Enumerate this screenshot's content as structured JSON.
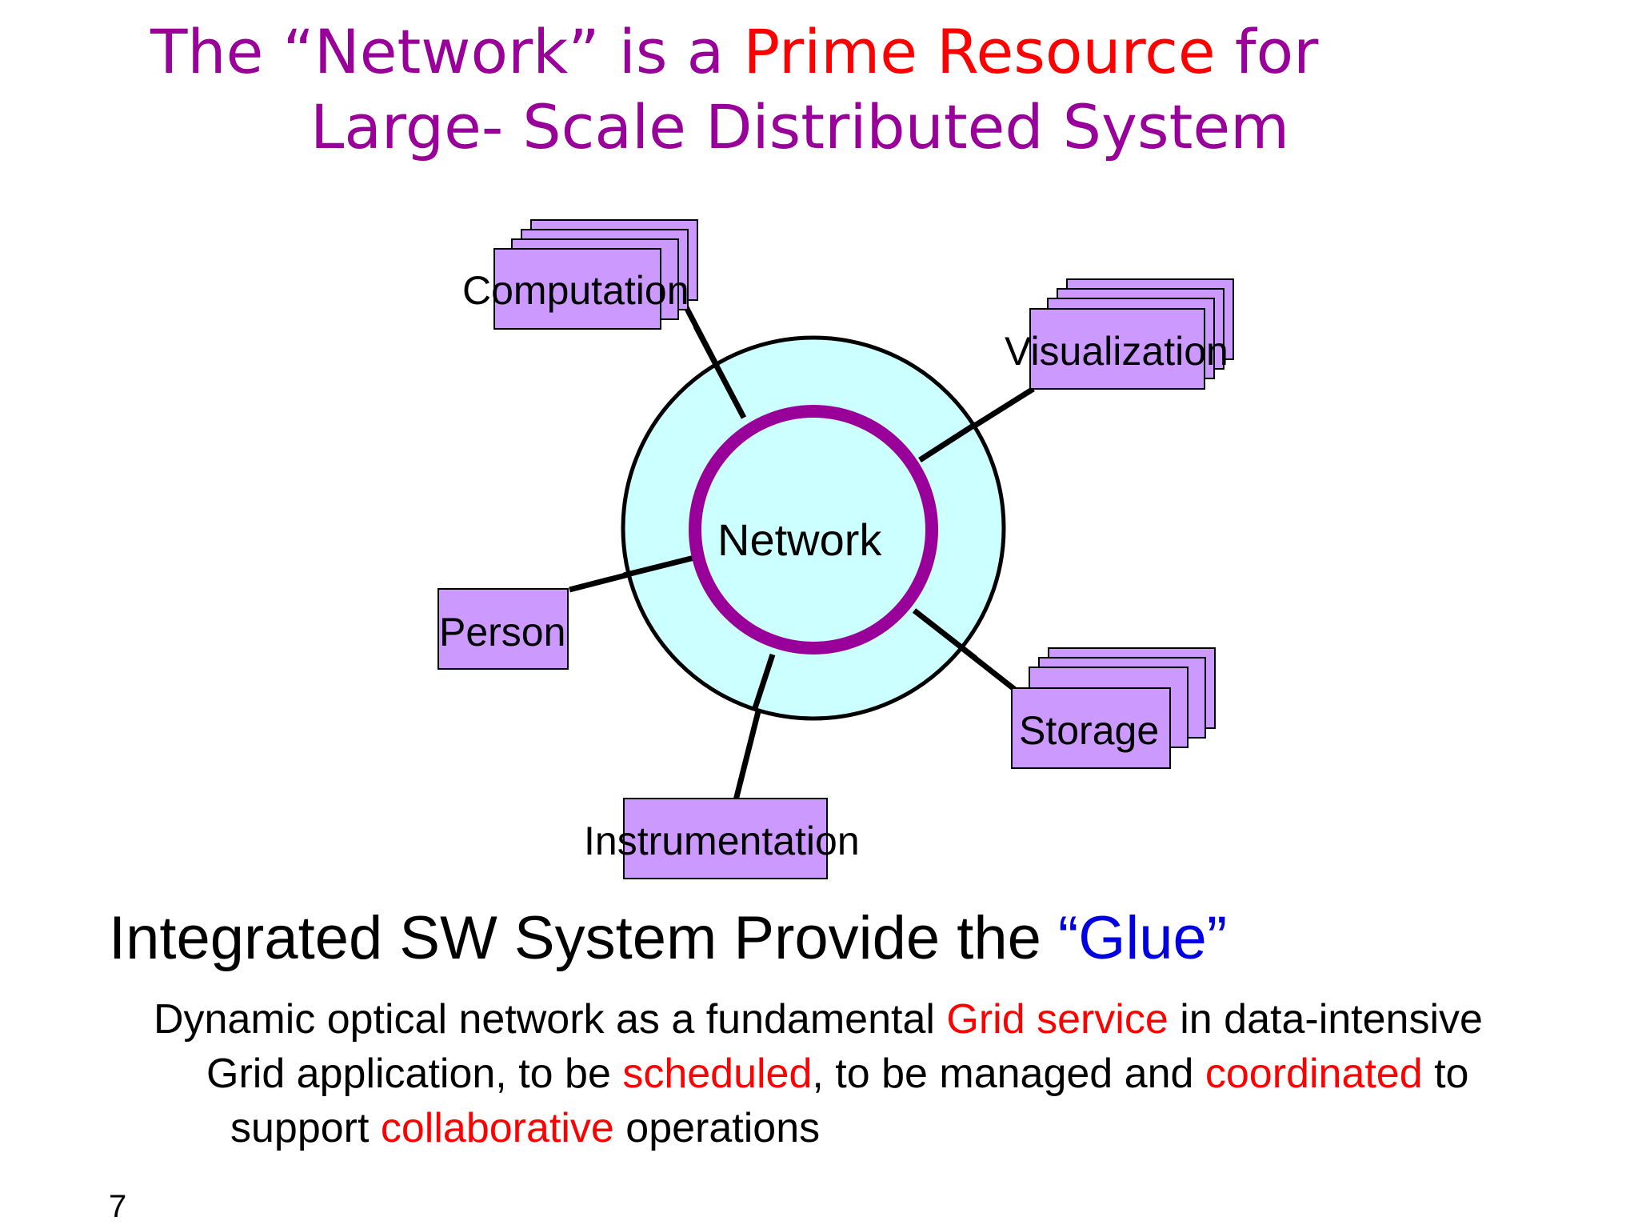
{
  "slide": {
    "title": {
      "line1_part1": "The “Network” is a ",
      "line1_accent": "Prime Resource",
      "line1_part2": " for",
      "line2": "Large- Scale Distributed System"
    },
    "diagram": {
      "center_label": "Network",
      "nodes": {
        "computation": "Computation",
        "visualization": "Visualization",
        "person": "Person",
        "storage": "Storage",
        "instrumentation": "Instrumentation"
      }
    },
    "heading": {
      "text": "Integrated SW System Provide the ",
      "glue": "“Glue”"
    },
    "body": {
      "l1_a": "Dynamic optical network as a fundamental ",
      "l1_hl": "Grid service",
      "l1_b": " in data-intensive",
      "l2_a": "Grid application, to be ",
      "l2_hl1": "scheduled",
      "l2_b": ", to be managed and ",
      "l2_hl2": "coordinated",
      "l2_c": " to",
      "l3_a": "support ",
      "l3_hl": "collaborative",
      "l3_b": " operations"
    },
    "page_number": "7",
    "colors": {
      "title": "#990099",
      "accent": "#ff0000",
      "glue": "#0000e0",
      "box_fill": "#cc99ff",
      "ring": "#990099",
      "cloud_fill": "#ccffff"
    }
  }
}
